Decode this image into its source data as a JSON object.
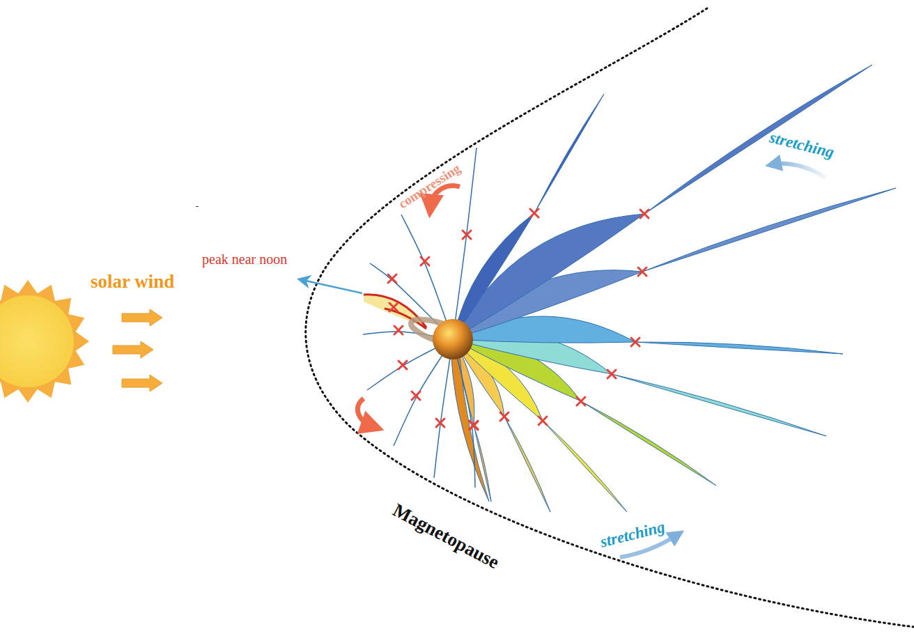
{
  "diagram": {
    "labels": [
      "solar wind",
      "peak near noon",
      "compressing",
      "stretching",
      "stretching",
      "Magnetopause",
      "-"
    ]
  }
}
